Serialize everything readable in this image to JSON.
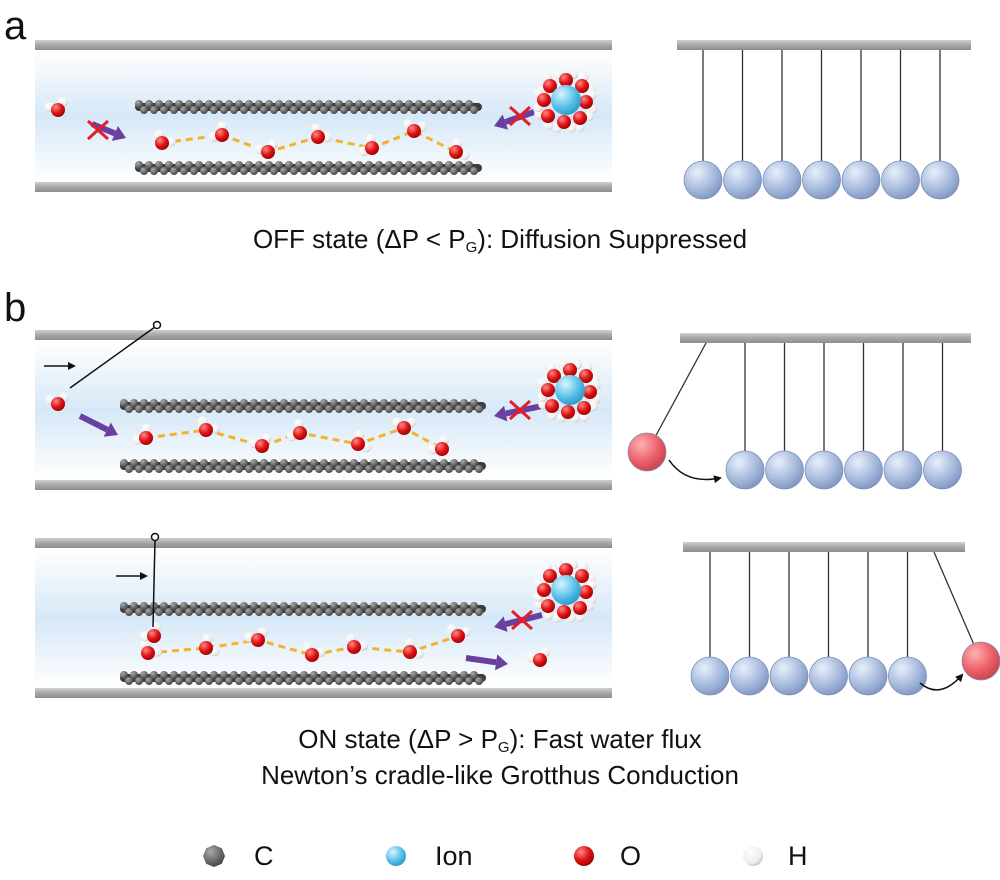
{
  "panels": {
    "a": {
      "letter": "a",
      "caption_main": "OFF state (ΔP < P",
      "caption_sub": "G",
      "caption_tail": "): Diffusion Suppressed"
    },
    "b": {
      "letter": "b",
      "caption_main": "ON state (ΔP > P",
      "caption_sub": "G",
      "caption_tail": "): Fast water flux",
      "caption_line2": "Newton’s cradle-like Grotthus Conduction"
    }
  },
  "legend": [
    {
      "symbol": "carbon-atom",
      "label": "C",
      "color": "#6e6e6e"
    },
    {
      "symbol": "ion",
      "label": "Ion",
      "color": "#4fb8e0"
    },
    {
      "symbol": "oxygen-atom",
      "label": "O",
      "color": "#e01b1b"
    },
    {
      "symbol": "hydrogen-atom",
      "label": "H",
      "color": "#f2f2f2"
    }
  ],
  "colors": {
    "channel_fill": "#dcecf8",
    "wall": "#a9a9a9",
    "graphene": "#4a4a4a",
    "hbond": "#f2b32a",
    "arrow": "#6a3fa0",
    "blocked": "#e41e26",
    "cradle_ball": "#9fb4d6",
    "cradle_ball_active": "#e95a60",
    "cradle_bar": "#b4b4b4"
  }
}
